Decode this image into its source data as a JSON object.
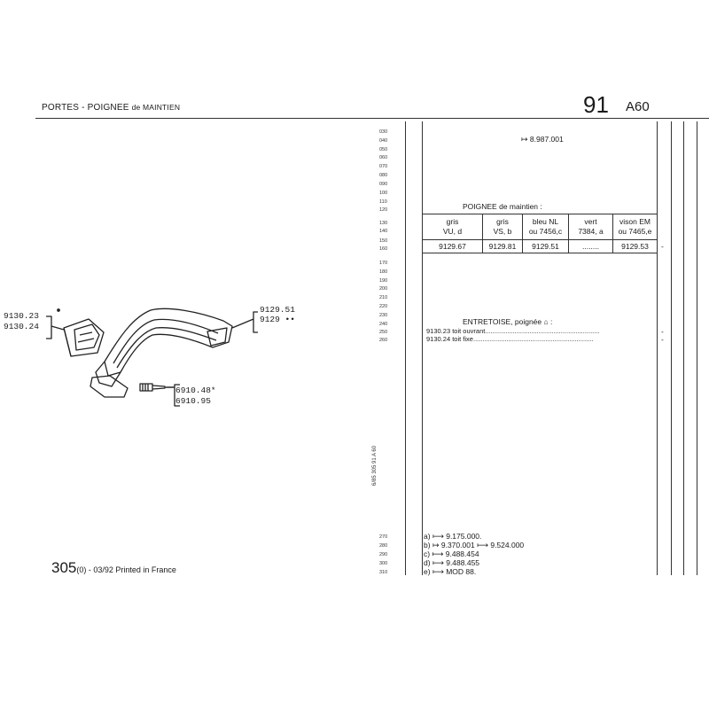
{
  "header": {
    "title_main": "PORTES - POIGNEE",
    "title_sub": "de MAINTIEN",
    "group_number": "91",
    "group_code": "A60"
  },
  "row_codes": [
    "030",
    "040",
    "050",
    "060",
    "070",
    "080",
    "090",
    "100",
    "110",
    "120",
    "130",
    "140",
    "150",
    "160",
    "170",
    "180",
    "190",
    "200",
    "210",
    "220",
    "230",
    "240",
    "250",
    "260"
  ],
  "bottom_row_codes": [
    "270",
    "280",
    "290",
    "300",
    "310"
  ],
  "top_ref": "8.987.001",
  "table": {
    "title": "POIGNEE de maintien :",
    "columns": [
      {
        "line1": "gris",
        "line2": "VU, d",
        "ref": "9129.67"
      },
      {
        "line1": "gris",
        "line2": "VS, b",
        "ref": "9129.81"
      },
      {
        "line1": "bleu NL",
        "line2": "ou 7456,c",
        "ref": "9129.51"
      },
      {
        "line1": "vert",
        "line2": "7384, a",
        "ref": "........"
      },
      {
        "line1": "vison EM",
        "line2": "ou 7465,e",
        "ref": "9129.53"
      }
    ],
    "marker": "-"
  },
  "entretoise": {
    "title": "ENTRETOISE, poignée",
    "symbol": "⌂",
    "colon": ":",
    "lines": [
      {
        "ref": "9130.23",
        "label": "toit ouvrant",
        "dots": "..............................................................",
        "marker": "-"
      },
      {
        "ref": "9130.24",
        "label": "toit fixe",
        "dots": ".................................................................",
        "marker": "-"
      }
    ]
  },
  "footnotes": [
    {
      "key": "a)",
      "text": "9.175.000."
    },
    {
      "key": "b)",
      "text": "9.370.001",
      "text2": "9.524.000"
    },
    {
      "key": "c)",
      "text": "9.488.454"
    },
    {
      "key": "d)",
      "text": "9.488.455"
    },
    {
      "key": "e)",
      "text": "MOD 88."
    }
  ],
  "diagram_callouts": {
    "left_top": "9130.23",
    "left_bottom": "9130.24",
    "right_top": "9129.51",
    "right_bottom": "9129 ••",
    "screw_top": "6910.48*",
    "screw_bottom": "6910.95"
  },
  "vertical_code": "6/85  305  91 A 60",
  "footer": {
    "model": "305",
    "variant": "(0)",
    "print": " - 03/92 Printed in France"
  }
}
